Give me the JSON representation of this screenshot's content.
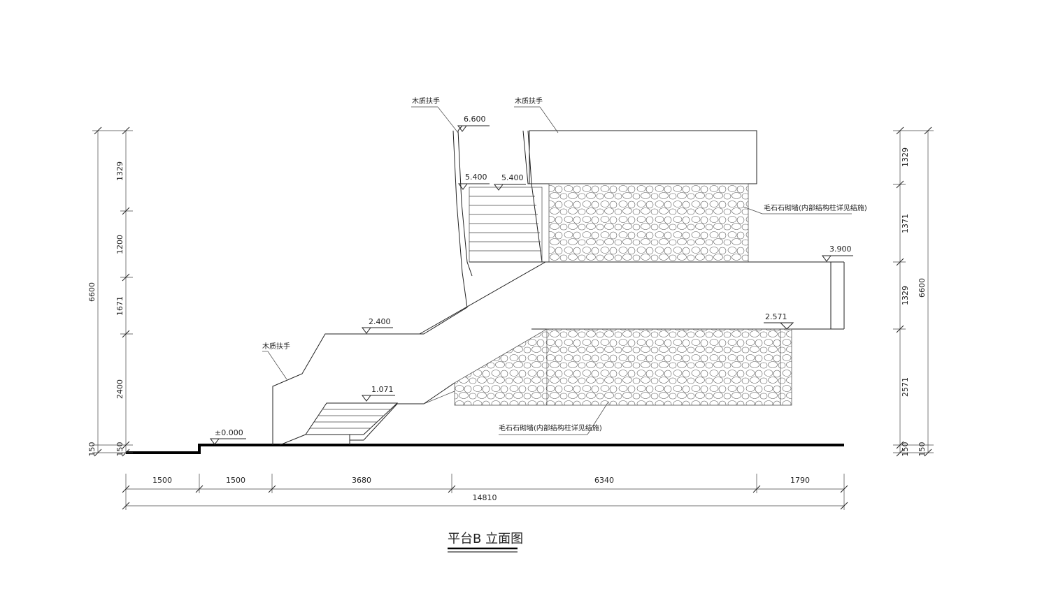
{
  "title": "平台B 立面图",
  "elevations": {
    "top": "6.600",
    "stair_top_left": "5.400",
    "stair_top_right": "5.400",
    "right_platform": "3.900",
    "wall_top": "2.571",
    "mid_ramp": "2.400",
    "lower_stair": "1.071",
    "ground": "±0.000"
  },
  "annotations": {
    "handrail_1": "木质扶手",
    "handrail_2": "木质扶手",
    "handrail_3": "木质扶手",
    "rubble_wall_1": "毛石石砌墙(内部结构柱详见结施)",
    "rubble_wall_2": "毛石石砌墙(内部结构柱详见结施)"
  },
  "dims_left": {
    "total": "6600",
    "segments": [
      "1329",
      "1200",
      "1671",
      "2400",
      "150"
    ],
    "base": "150"
  },
  "dims_right": {
    "total": "6600",
    "segments": [
      "1329",
      "1371",
      "1329",
      "2571",
      "150"
    ],
    "base": "150"
  },
  "dims_bottom": {
    "segments": [
      "1500",
      "1500",
      "3680",
      "6340",
      "1790"
    ],
    "total": "14810"
  }
}
